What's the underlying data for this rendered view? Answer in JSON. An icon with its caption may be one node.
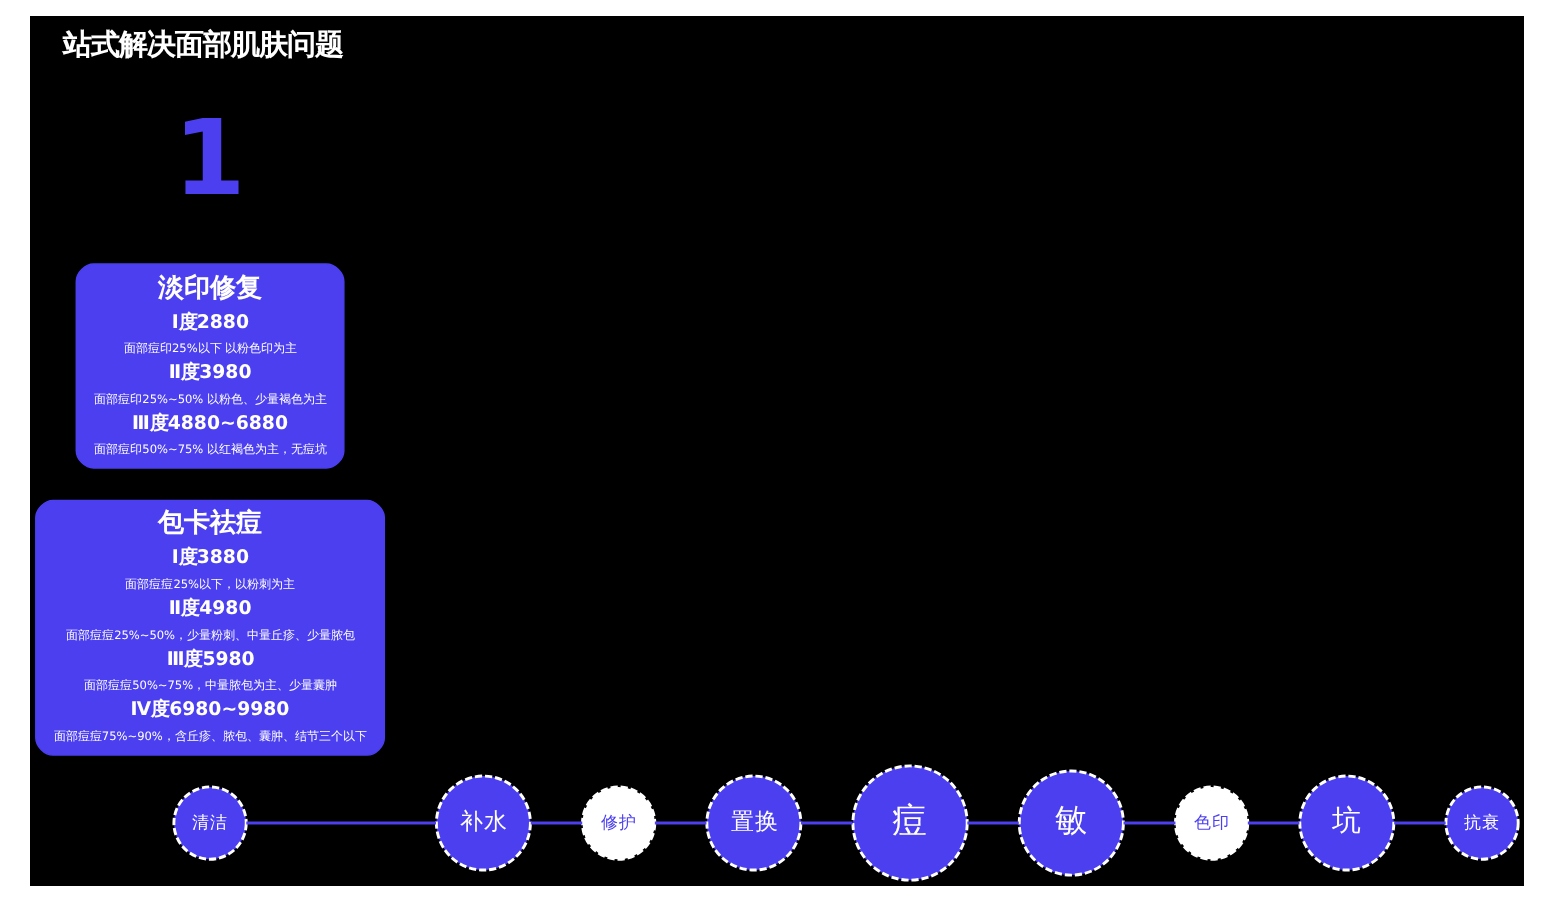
{
  "diagram": {
    "nodes": [
      {
        "text": [
          "清洁"
        ]
      },
      {
        "text": [
          "补水"
        ]
      },
      {
        "text": [
          "修护"
        ]
      },
      {
        "text": [
          "置换"
        ]
      },
      {
        "text": [
          "痘"
        ]
      },
      {
        "text": [
          "敏"
        ]
      },
      {
        "text": [
          "色印"
        ]
      },
      {
        "text": [
          "坑"
        ]
      },
      {
        "text": [
          "抗衰"
        ]
      },
      {
        "text": [
          "包卡祛痘",
          "Ⅰ度3880",
          "面部痘痘25%以下，以粉刺为主",
          "Ⅱ度4980",
          "面部痘痘25%~50%，少量粉刺、中量丘疹、少量脓包",
          "Ⅲ度5980",
          "面部痘痘50%~75%，中量脓包为主、少量囊肿",
          "Ⅳ度6980~9980",
          "面部痘痘75%~90%，含丘疹、脓包、囊肿、结节三个以下"
        ]
      },
      {
        "text": [
          "淡印修复",
          "Ⅰ度2880",
          "面部痘印25%以下 以粉色印为主",
          "Ⅱ度3980",
          "面部痘印25%~50% 以粉色、少量褐色为主",
          "Ⅲ度4880~6880",
          "面部痘印50%~75% 以红褐色为主，无痘坑"
        ]
      }
    ],
    "edges": [
      {
        "from": 0,
        "to": 1,
        "arrow": "none"
      },
      {
        "from": 1,
        "to": 2,
        "arrow": "none"
      },
      {
        "from": 2,
        "to": 3,
        "arrow": "none"
      },
      {
        "from": 3,
        "to": 4,
        "arrow": "none"
      },
      {
        "from": 4,
        "to": 5,
        "arrow": "none"
      },
      {
        "from": 5,
        "to": 6,
        "arrow": "none"
      },
      {
        "from": 6,
        "to": 7,
        "arrow": "none"
      },
      {
        "from": 7,
        "to": 8,
        "arrow": "none"
      }
    ],
    "labels": [
      "1",
      "站式解决面部肌肤问题"
    ]
  }
}
